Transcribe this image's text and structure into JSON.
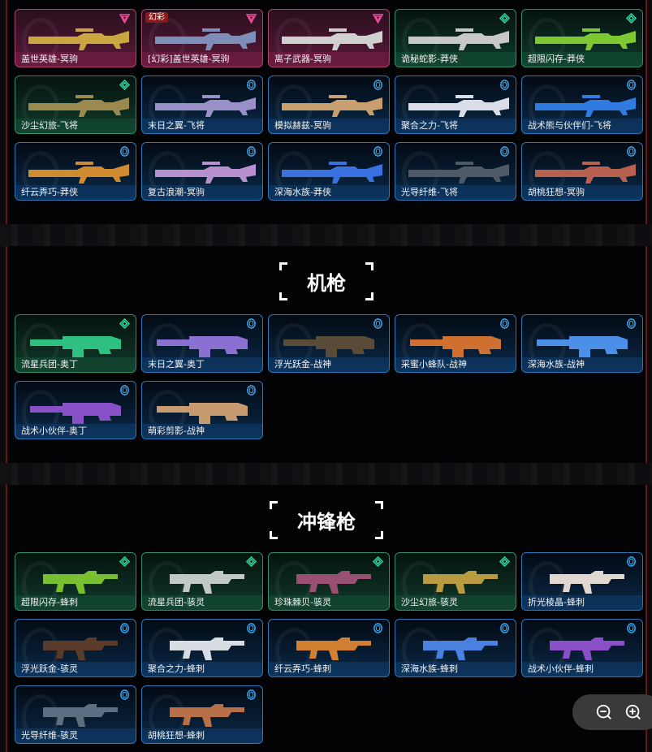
{
  "sections": [
    {
      "title": "",
      "items": [
        {
          "name": "盖世英雄-冥驹",
          "tier": "legend",
          "color": "#c9a640"
        },
        {
          "name": "[幻彩]盖世英雄-冥驹",
          "tier": "legend",
          "color": "#7d8fb8",
          "badge": "幻彩"
        },
        {
          "name": "离子武器-冥驹",
          "tier": "legend",
          "color": "#d0d0d0"
        },
        {
          "name": "诡秘蛇影-莽侠",
          "tier": "epic",
          "color": "#c8c8c8"
        },
        {
          "name": "超限闪存-莽侠",
          "tier": "epic",
          "color": "#7ec832"
        },
        {
          "name": "沙尘幻旅-飞将",
          "tier": "epic",
          "color": "#9a8a50"
        },
        {
          "name": "末日之翼-飞将",
          "tier": "rare",
          "color": "#9a90c8"
        },
        {
          "name": "模拟赫兹-冥驹",
          "tier": "rare",
          "color": "#c8a070"
        },
        {
          "name": "聚合之力-飞将",
          "tier": "rare",
          "color": "#d8dde8"
        },
        {
          "name": "战术熊与伙伴们-飞将",
          "tier": "rare",
          "color": "#2f7be0"
        },
        {
          "name": "纤云弄巧-莽侠",
          "tier": "rare",
          "color": "#d08a30"
        },
        {
          "name": "复古浪潮-冥驹",
          "tier": "rare",
          "color": "#b890d0"
        },
        {
          "name": "深海水族-莽侠",
          "tier": "rare",
          "color": "#3a70e0"
        },
        {
          "name": "光导纤维-飞将",
          "tier": "rare",
          "color": "#505a66"
        },
        {
          "name": "胡桃狂想-冥驹",
          "tier": "rare",
          "color": "#b86050"
        }
      ]
    },
    {
      "title": "机枪",
      "items": [
        {
          "name": "流星兵团-奥丁",
          "tier": "epic",
          "color": "#2ec080"
        },
        {
          "name": "末日之翼-奥丁",
          "tier": "rare",
          "color": "#8a70d0"
        },
        {
          "name": "浮光跃金-战神",
          "tier": "rare",
          "color": "#5a4a38"
        },
        {
          "name": "采蜜小蜂队-战神",
          "tier": "rare",
          "color": "#d07030"
        },
        {
          "name": "深海水族-战神",
          "tier": "rare",
          "color": "#4a90e8"
        },
        {
          "name": "战术小伙伴-奥丁",
          "tier": "rare",
          "color": "#8a50c8"
        },
        {
          "name": "萌彩剪影-战神",
          "tier": "rare",
          "color": "#c89a70"
        }
      ]
    },
    {
      "title": "冲锋枪",
      "items": [
        {
          "name": "超限闪存-蜂刺",
          "tier": "epic",
          "color": "#78c030"
        },
        {
          "name": "流星兵团-骇灵",
          "tier": "epic",
          "color": "#c0c8c8"
        },
        {
          "name": "珍珠棘贝-骇灵",
          "tier": "epic",
          "color": "#9a5070"
        },
        {
          "name": "沙尘幻旅-骇灵",
          "tier": "epic",
          "color": "#b89a40"
        },
        {
          "name": "折光棱晶-蜂刺",
          "tier": "rare",
          "color": "#e0d8d0"
        },
        {
          "name": "浮光跃金-骇灵",
          "tier": "rare",
          "color": "#5a3a28"
        },
        {
          "name": "聚合之力-蜂刺",
          "tier": "rare",
          "color": "#d8dde4"
        },
        {
          "name": "纤云弄巧-蜂刺",
          "tier": "rare",
          "color": "#d08030"
        },
        {
          "name": "深海水族-蜂刺",
          "tier": "rare",
          "color": "#4a80e0"
        },
        {
          "name": "战术小伙伴-蜂刺",
          "tier": "rare",
          "color": "#8a50c8"
        },
        {
          "name": "光导纤维-骇灵",
          "tier": "rare",
          "color": "#5a7080"
        },
        {
          "name": "胡桃狂想-蜂刺",
          "tier": "rare",
          "color": "#b87048"
        }
      ]
    }
  ],
  "tier_colors": {
    "legend": "#e04c9a",
    "epic": "#2fd49a",
    "rare": "#35a8f0"
  },
  "zoom_controls": {
    "zoom_out": "zoom-out-icon",
    "zoom_in": "zoom-in-icon"
  }
}
